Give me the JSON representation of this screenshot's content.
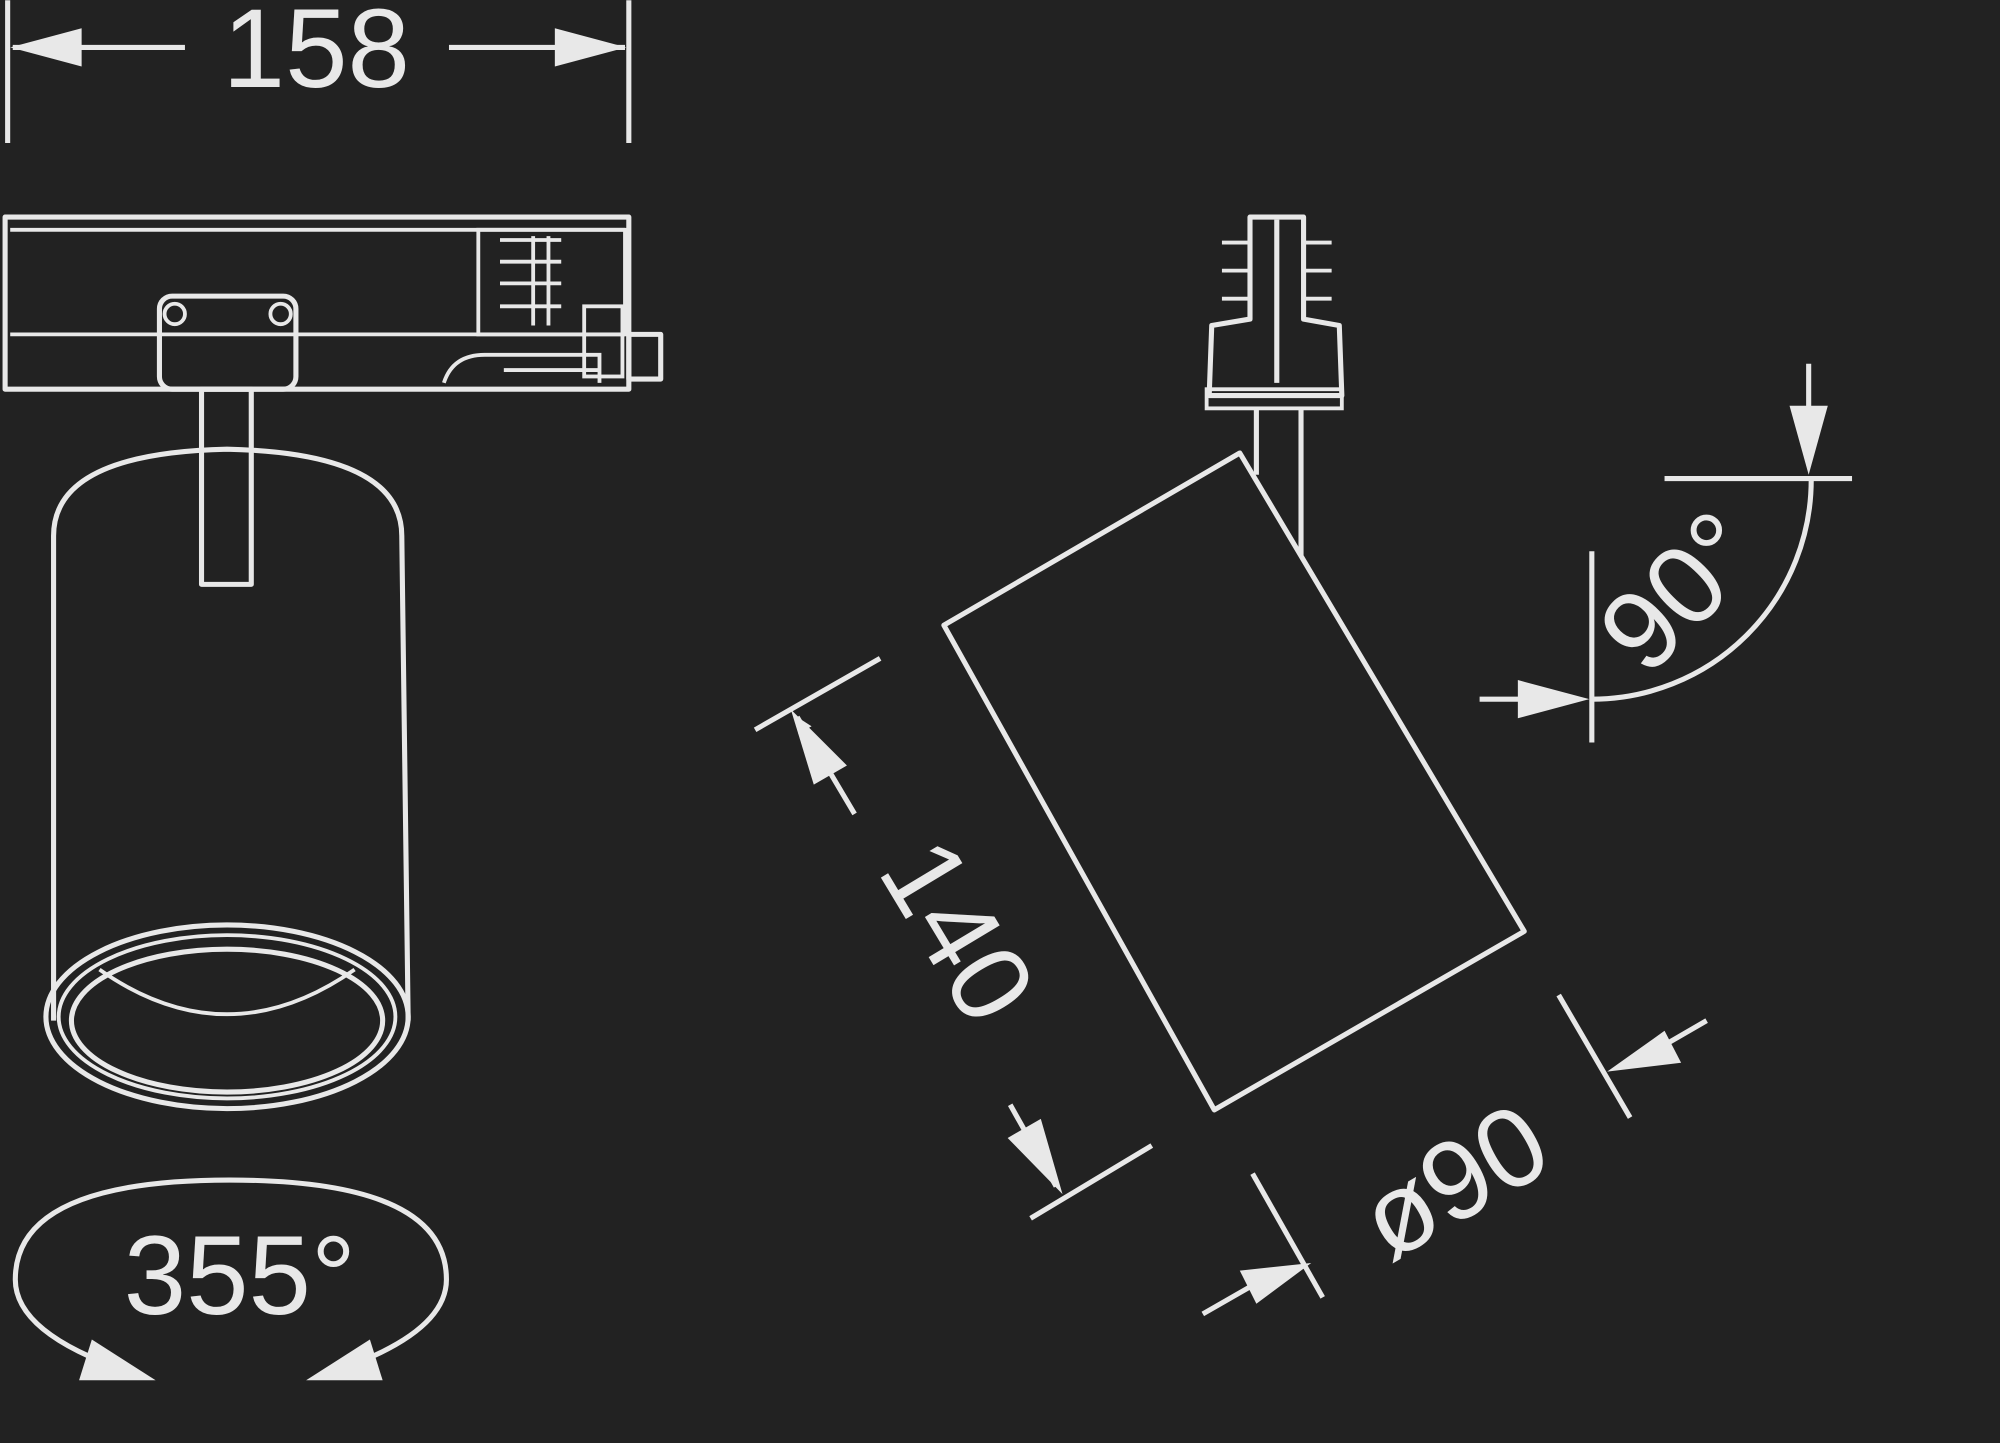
{
  "drawing": {
    "width_dimension": "158",
    "rotation_horizontal": "355°",
    "length_dimension": "140",
    "diameter_dimension": "ø90",
    "tilt_angle": "90°"
  },
  "colors": {
    "background": "#222222",
    "line": "#e8e8e8"
  }
}
